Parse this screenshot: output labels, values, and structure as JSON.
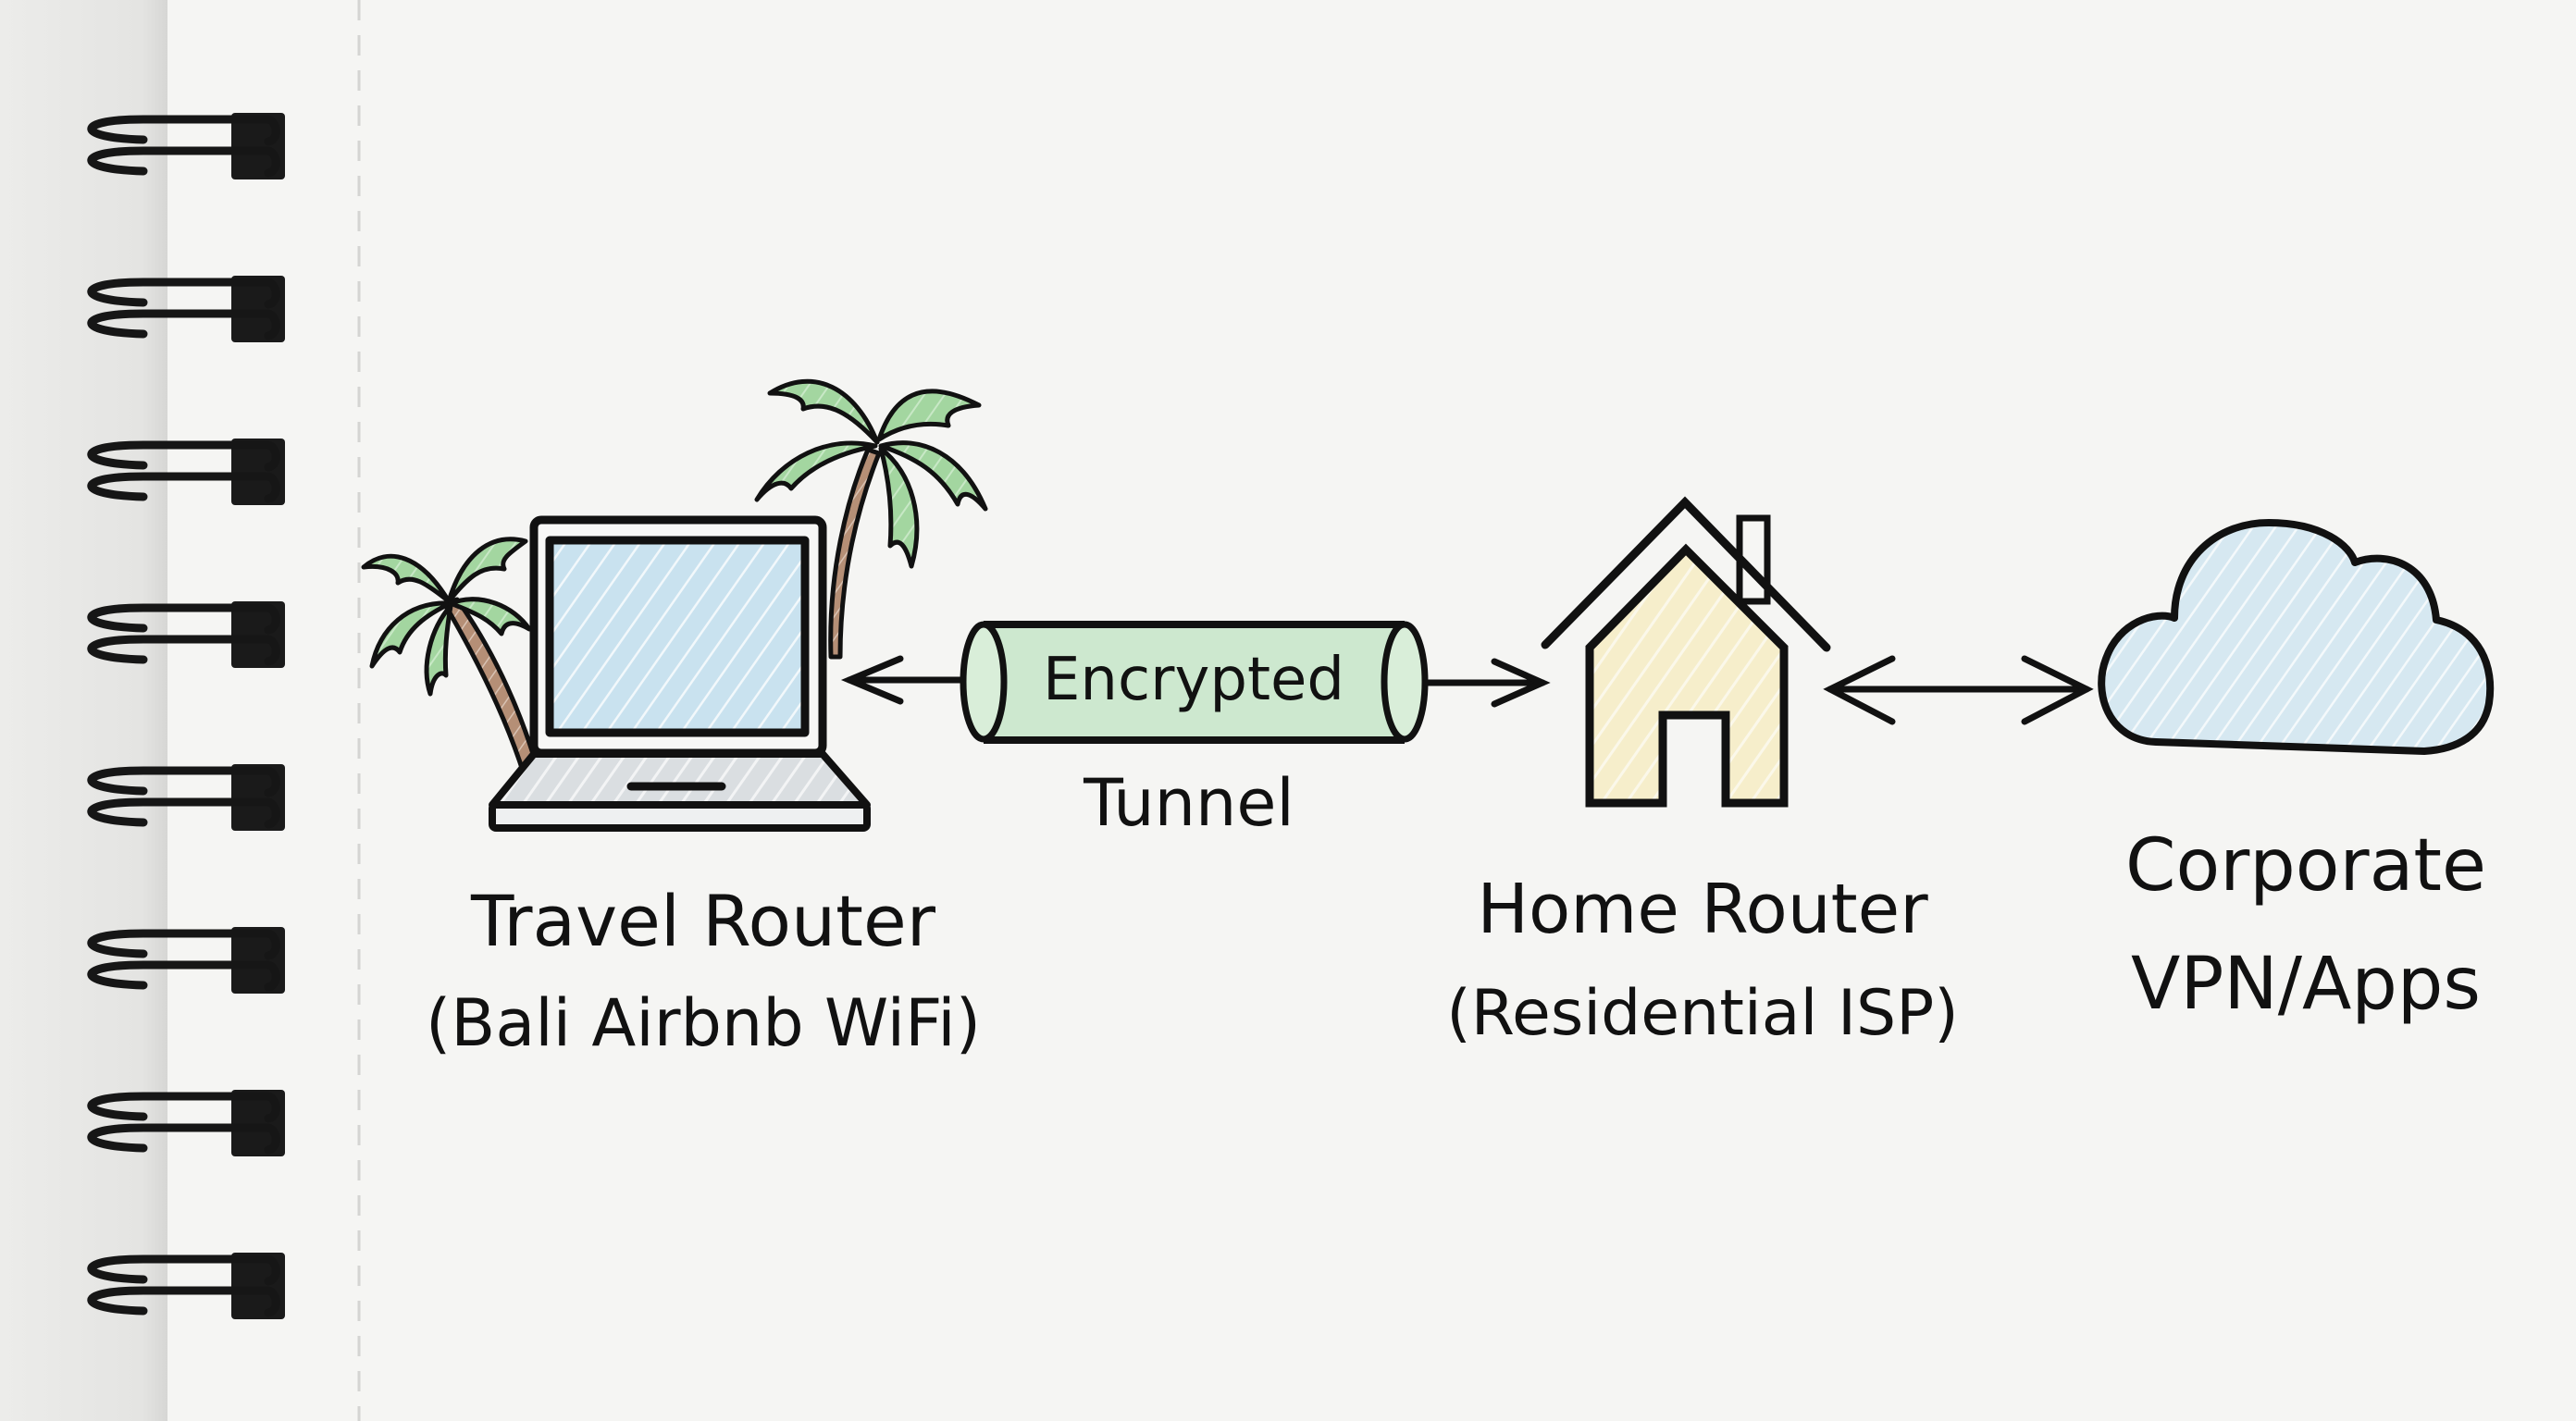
{
  "diagram": {
    "type": "network-flow",
    "style": "hand-drawn sketch on spiral notebook",
    "colors": {
      "paper": "#f6f6f4",
      "binding_strip": "#e9e9e7",
      "ink": "#111111",
      "tunnel_fill": "#cde8cf",
      "palm_leaf": "#a6d9a3",
      "palm_trunk": "#b9947c",
      "screen_fill": "#c5e0ee",
      "laptop_base": "#dfe2e4",
      "house_fill": "#f7efcf",
      "cloud_fill": "#d6e8f1",
      "margin_line": "#cfcfcf"
    },
    "nodes": [
      {
        "id": "travel-router",
        "icon": "laptop-with-palm-trees-icon",
        "label": "Travel Router",
        "sublabel": "(Bali Airbnb WiFi)"
      },
      {
        "id": "tunnel",
        "icon": "tunnel-cylinder-icon",
        "label": "Encrypted",
        "sublabel": "Tunnel"
      },
      {
        "id": "home-router",
        "icon": "house-icon",
        "label": "Home Router",
        "sublabel": "(Residential ISP)"
      },
      {
        "id": "corporate",
        "icon": "cloud-icon",
        "label": "Corporate",
        "sublabel": "VPN/Apps"
      }
    ],
    "edges": [
      {
        "from": "tunnel",
        "to": "travel-router",
        "direction": "to-left"
      },
      {
        "from": "tunnel",
        "to": "home-router",
        "direction": "to-right"
      },
      {
        "from": "home-router",
        "to": "corporate",
        "direction": "bidirectional"
      }
    ],
    "notebook": {
      "spiral_rings": 8
    }
  }
}
